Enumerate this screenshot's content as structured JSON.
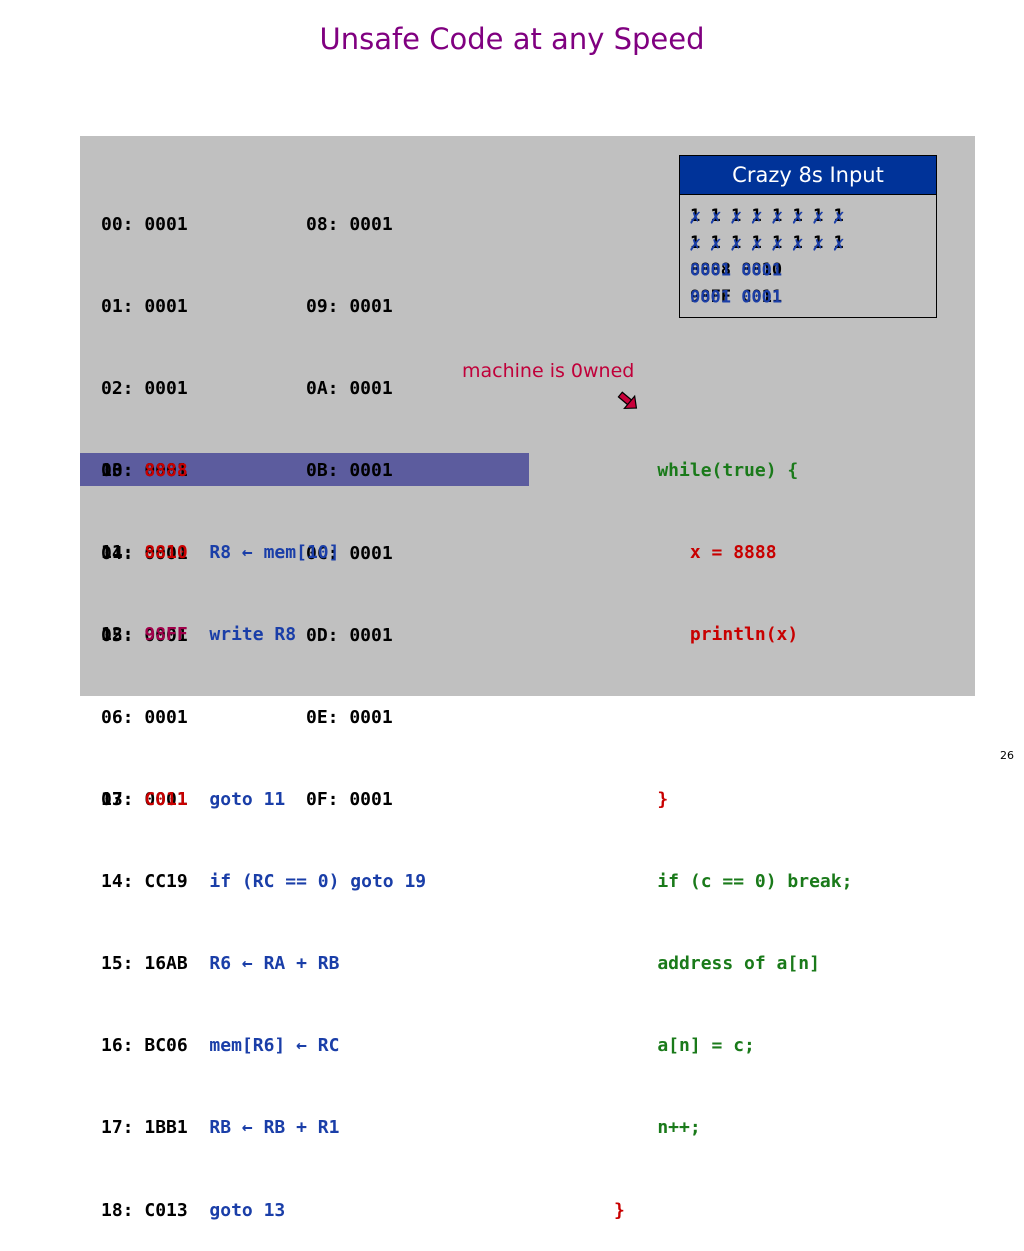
{
  "title": "Unsafe Code at any Speed",
  "memory_left": [
    "00: 0001",
    "01: 0001",
    "02: 0001",
    "03: 0001",
    "04: 0001",
    "05: 0001",
    "06: 0001",
    "07: 0001"
  ],
  "memory_right": [
    "08: 0001",
    "09: 0001",
    "0A: 0001",
    "0B: 0001",
    "0C: 0001",
    "0D: 0001",
    "0E: 0001",
    "0F: 0001"
  ],
  "program": [
    {
      "addr": "10:",
      "val": "8888",
      "instr": ""
    },
    {
      "addr": "11:",
      "val": "8810",
      "instr": "R8 ← mem[10]"
    },
    {
      "addr": "12:",
      "val": "98FF",
      "instr": "write R8"
    },
    {
      "addr": "",
      "val": "",
      "instr": ""
    },
    {
      "addr": "13:",
      "val": "C011",
      "instr": "goto 11"
    },
    {
      "addr": "14:",
      "val": "CC19",
      "instr": "if (RC == 0) goto 19"
    },
    {
      "addr": "15:",
      "val": "16AB",
      "instr": "R6 ← RA + RB"
    },
    {
      "addr": "16:",
      "val": "BC06",
      "instr": "mem[R6] ← RC"
    },
    {
      "addr": "17:",
      "val": "1BB1",
      "instr": "RB ← RB + R1"
    },
    {
      "addr": "18:",
      "val": "C013",
      "instr": "goto 13"
    }
  ],
  "java": [
    "    while(true) {",
    "       x = 8888",
    "       println(x)",
    "",
    "    }",
    "    if (c == 0) break;",
    "    address of a[n]",
    "    a[n] = c;",
    "    n++;",
    "}"
  ],
  "annotation": "machine is 0wned",
  "input_box": {
    "title": "Crazy 8s Input",
    "row1": [
      "1",
      "1",
      "1",
      "1",
      "1",
      "1",
      "1",
      "1"
    ],
    "row2": [
      "1",
      "1",
      "1",
      "1",
      "1",
      "1",
      "1",
      "1"
    ],
    "row3": [
      "8888",
      "8810"
    ],
    "row4": [
      "98FF",
      "C011"
    ],
    "row3_crossed": [
      "0001",
      "0001"
    ],
    "row4_crossed": [
      "0001",
      "0001"
    ]
  },
  "page_number": "26",
  "colors": {
    "title": "#800080",
    "highlight": "#5c5c9e",
    "panel": "#c0c0c0",
    "box_header": "#003399"
  }
}
